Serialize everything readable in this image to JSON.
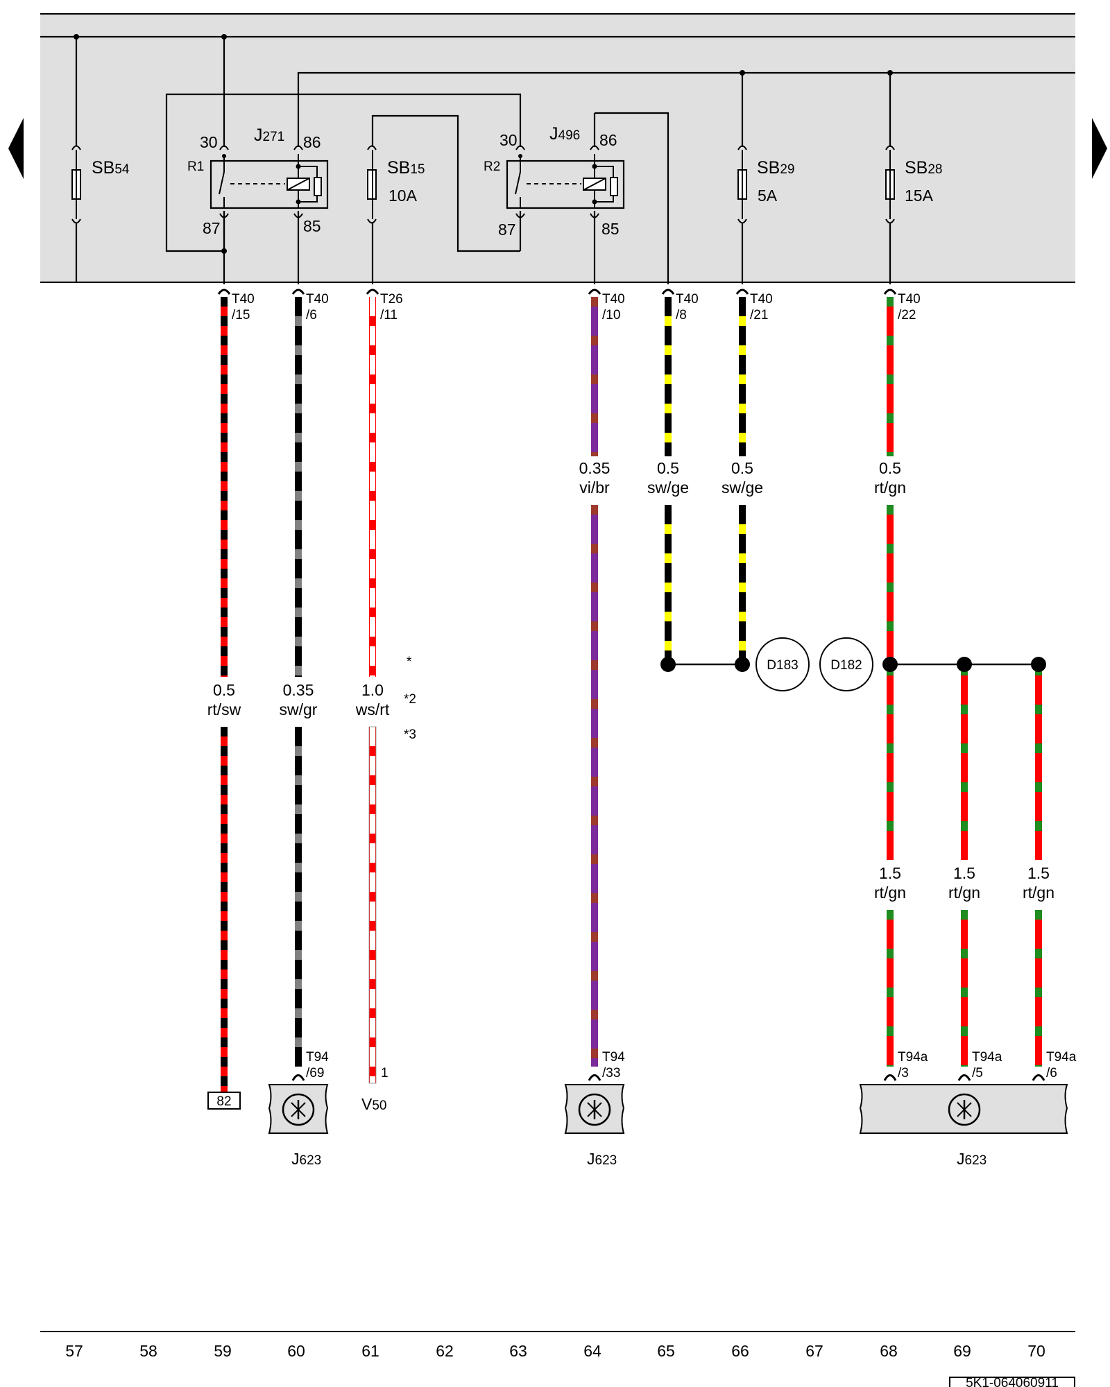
{
  "nav": {
    "prev_icon": "triangle-left-icon",
    "next_icon": "triangle-right-icon"
  },
  "fuses": [
    {
      "id": "SB54",
      "name": "SB",
      "sub": "54",
      "rating": ""
    },
    {
      "id": "SB15",
      "name": "SB",
      "sub": "15",
      "rating": "10A"
    },
    {
      "id": "SB29",
      "name": "SB",
      "sub": "29",
      "rating": "5A"
    },
    {
      "id": "SB28",
      "name": "SB",
      "sub": "28",
      "rating": "15A"
    }
  ],
  "relays": [
    {
      "name": "J",
      "sub": "271",
      "r": "R1",
      "p30": "30",
      "p86": "86",
      "p87": "87",
      "p85": "85"
    },
    {
      "name": "J",
      "sub": "496",
      "r": "R2",
      "p30": "30",
      "p86": "86",
      "p87": "87",
      "p85": "85"
    }
  ],
  "connectors_top": [
    {
      "a": "T40",
      "b": "/15"
    },
    {
      "a": "T40",
      "b": "/6"
    },
    {
      "a": "T26",
      "b": "/11"
    },
    {
      "a": "T40",
      "b": "/10"
    },
    {
      "a": "T40",
      "b": "/8"
    },
    {
      "a": "T40",
      "b": "/21"
    },
    {
      "a": "T40",
      "b": "/22"
    }
  ],
  "wire_labels": [
    {
      "size": "0.5",
      "color": "rt/sw"
    },
    {
      "size": "0.35",
      "color": "sw/gr"
    },
    {
      "size": "1.0",
      "color": "ws/rt"
    },
    {
      "size": "0.35",
      "color": "vi/br"
    },
    {
      "size": "0.5",
      "color": "sw/ge"
    },
    {
      "size": "0.5",
      "color": "sw/ge"
    },
    {
      "size": "0.5",
      "color": "rt/gn"
    },
    {
      "size": "1.5",
      "color": "rt/gn"
    },
    {
      "size": "1.5",
      "color": "rt/gn"
    },
    {
      "size": "1.5",
      "color": "rt/gn"
    }
  ],
  "footnotes": [
    "*",
    "*2",
    "*3"
  ],
  "connections": [
    "D183",
    "D182"
  ],
  "connectors_bottom": [
    {
      "a": "T94",
      "b": "/69"
    },
    {
      "a": "",
      "b": "1"
    },
    {
      "a": "T94",
      "b": "/33"
    },
    {
      "a": "T94a",
      "b": "/3"
    },
    {
      "a": "T94a",
      "b": "/5"
    },
    {
      "a": "T94a",
      "b": "/6"
    }
  ],
  "components": [
    {
      "name": "J",
      "sub": "623"
    },
    {
      "name": "J",
      "sub": "623"
    },
    {
      "name": "J",
      "sub": "623"
    },
    {
      "name": "V",
      "sub": "50"
    }
  ],
  "ref_box": "82",
  "columns": [
    "57",
    "58",
    "59",
    "60",
    "61",
    "62",
    "63",
    "64",
    "65",
    "66",
    "67",
    "68",
    "69",
    "70"
  ],
  "doc_code": "5K1-064060911",
  "colors": {
    "panel": "#e0e0e0",
    "red": "#ff0000",
    "black": "#000000",
    "grey": "#808080",
    "white": "#ffffff",
    "violet": "#7b2b9a",
    "brown": "#9e3a2c",
    "yellow": "#ffff00",
    "green": "#1e8c1e"
  }
}
